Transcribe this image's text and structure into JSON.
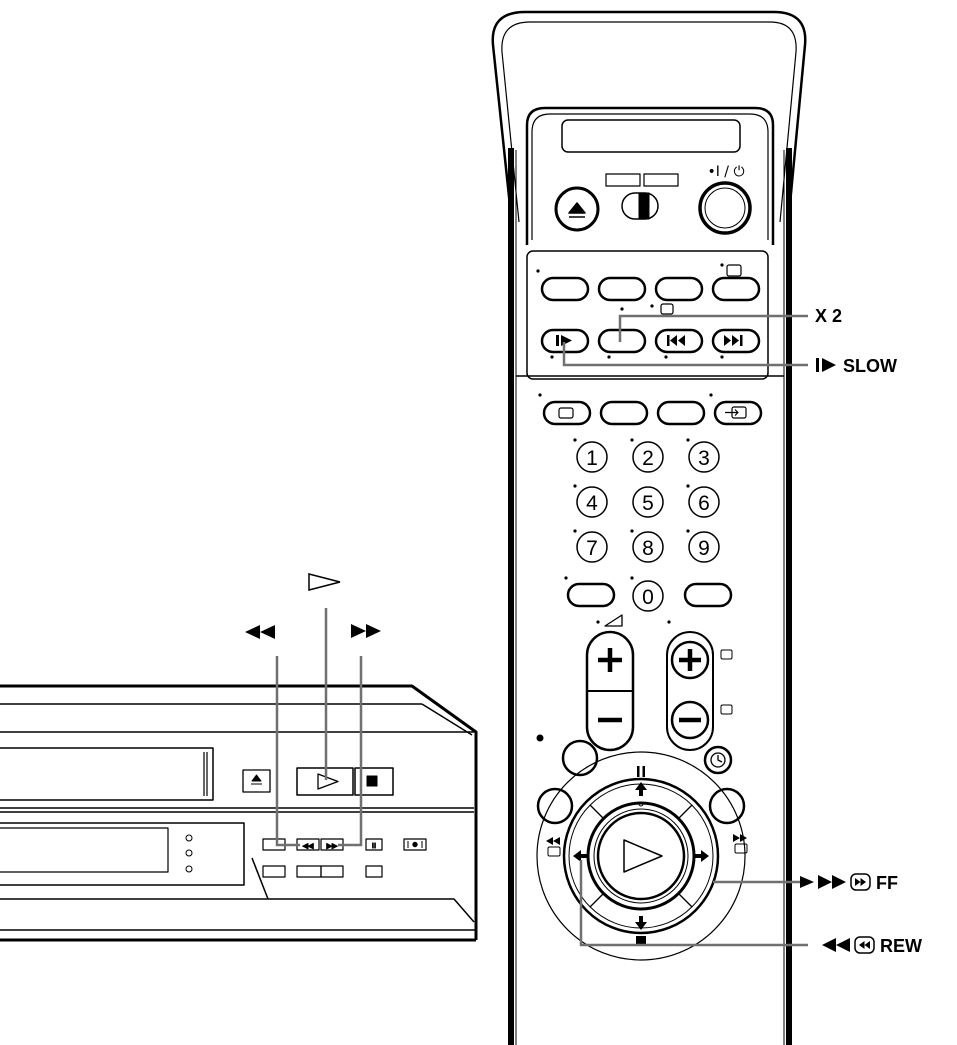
{
  "callouts": {
    "x2": "X 2",
    "slow": "SLOW",
    "ff": "FF",
    "rew": "REW"
  },
  "remote": {
    "power_label": "•I / ⏻",
    "number_keys": [
      "1",
      "2",
      "3",
      "4",
      "5",
      "6",
      "7",
      "8",
      "9",
      "0"
    ],
    "pause_symbol": "II"
  },
  "icons": {
    "vcr_top_labels": [
      "rewind-icon",
      "play-icon",
      "fast-forward-icon"
    ],
    "remote_buttons": [
      "eject-icon",
      "power-icon",
      "slow-icon",
      "prev-icon",
      "next-icon",
      "input-select-icon",
      "volume-icon",
      "clock-icon"
    ]
  },
  "colors": {
    "line": "#000000",
    "leader": "#707070"
  }
}
